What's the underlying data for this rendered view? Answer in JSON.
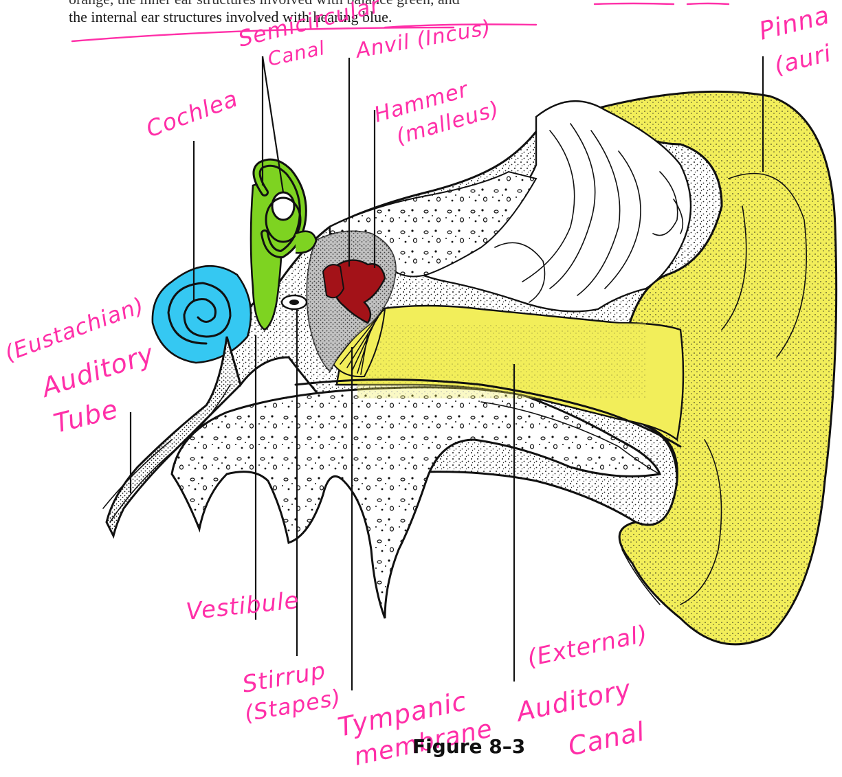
{
  "instruction": {
    "line1": "orange, the inner ear structures involved with balance green, and",
    "line2": "the internal ear structures involved with hearing blue."
  },
  "labels": {
    "semicircular": "Semicircular",
    "canal": "Canal",
    "anvil": "Anvil (Incus)",
    "hammer": "Hammer",
    "malleus": "(malleus)",
    "cochlea": "Cochlea",
    "pinna": "Pinna",
    "auricle": "(auri",
    "eustachian": "(Eustachian)",
    "auditory": "Auditory",
    "tube": "Tube",
    "vestibule": "Vestibule",
    "stirrup": "Stirrup",
    "stapes": "(Stapes)",
    "tympanic": "Tympanic",
    "membrane": "membrane",
    "external": "(External)",
    "auditory2": "Auditory",
    "canal2": "Canal"
  },
  "caption": "Figure 8–3",
  "colors": {
    "cochlea_blue": "#35c8f2",
    "semicircular_green": "#7ed321",
    "ossicle_red": "#a31218",
    "pinna_yellow": "#f2ee5a",
    "label_pink": "#ff2fa8",
    "bone_stipple": "#8a8a8a"
  }
}
